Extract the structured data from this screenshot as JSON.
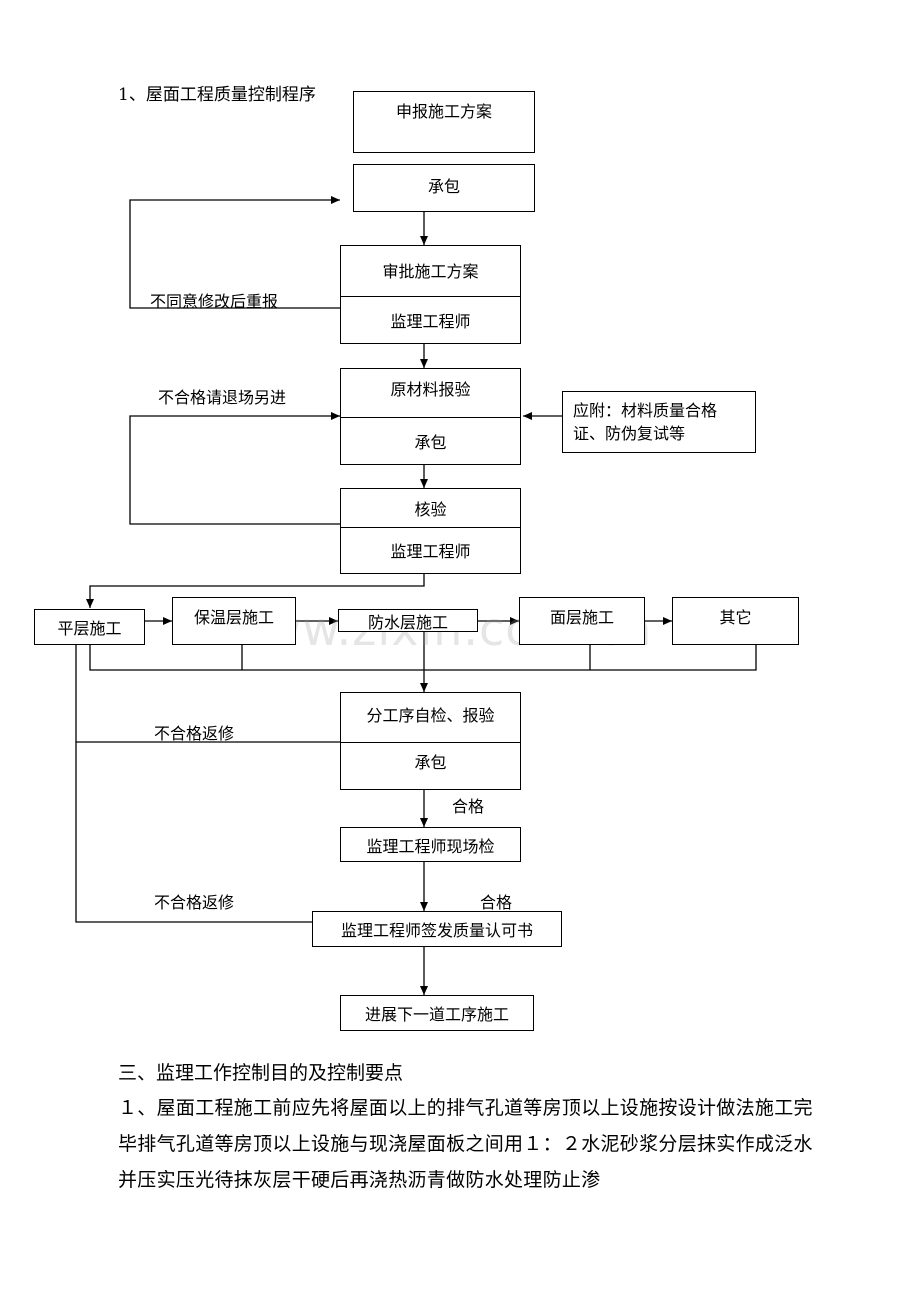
{
  "heading1": "1、屋面工程质量控制程序",
  "boxes": {
    "submit_plan": "申报施工方案",
    "contractor_1": "承包",
    "approve_plan": "审批施工方案",
    "supervisor_1": "监理工程师",
    "material_inspect": "原材料报验",
    "contractor_2": "承包",
    "attach_note": "应附：材料质量合格证、防伪复试等",
    "verify": "核验",
    "supervisor_2": "监理工程师",
    "leveling": "平层施工",
    "insulation": "保温层施工",
    "waterproof": "防水层施工",
    "surface": "面层施工",
    "others": "其它",
    "self_check": "分工序自检、报验",
    "contractor_3": "承包",
    "site_check": "监理工程师现场检",
    "certificate": "监理工程师签发质量认可书",
    "next_step": "进展下一道工序施工"
  },
  "labels": {
    "disagree": "不同意修改后重报",
    "unqualified_exit": "不合格请退场另进",
    "rework_1": "不合格返修",
    "rework_2": "不合格返修",
    "pass_1": "合格",
    "pass_2": "合格"
  },
  "watermark": "www.zixin.com.cn",
  "section_heading": "三、监理工作控制目的及控制要点",
  "paragraph": "１、屋面工程施工前应先将屋面以上的排气孔道等房顶以上设施按设计做法施工完毕排气孔道等房顶以上设施与现浇屋面板之间用１：２水泥砂浆分层抹实作成泛水并压实压光待抹灰层干硬后再浇热沥青做防水处理防止渗"
}
